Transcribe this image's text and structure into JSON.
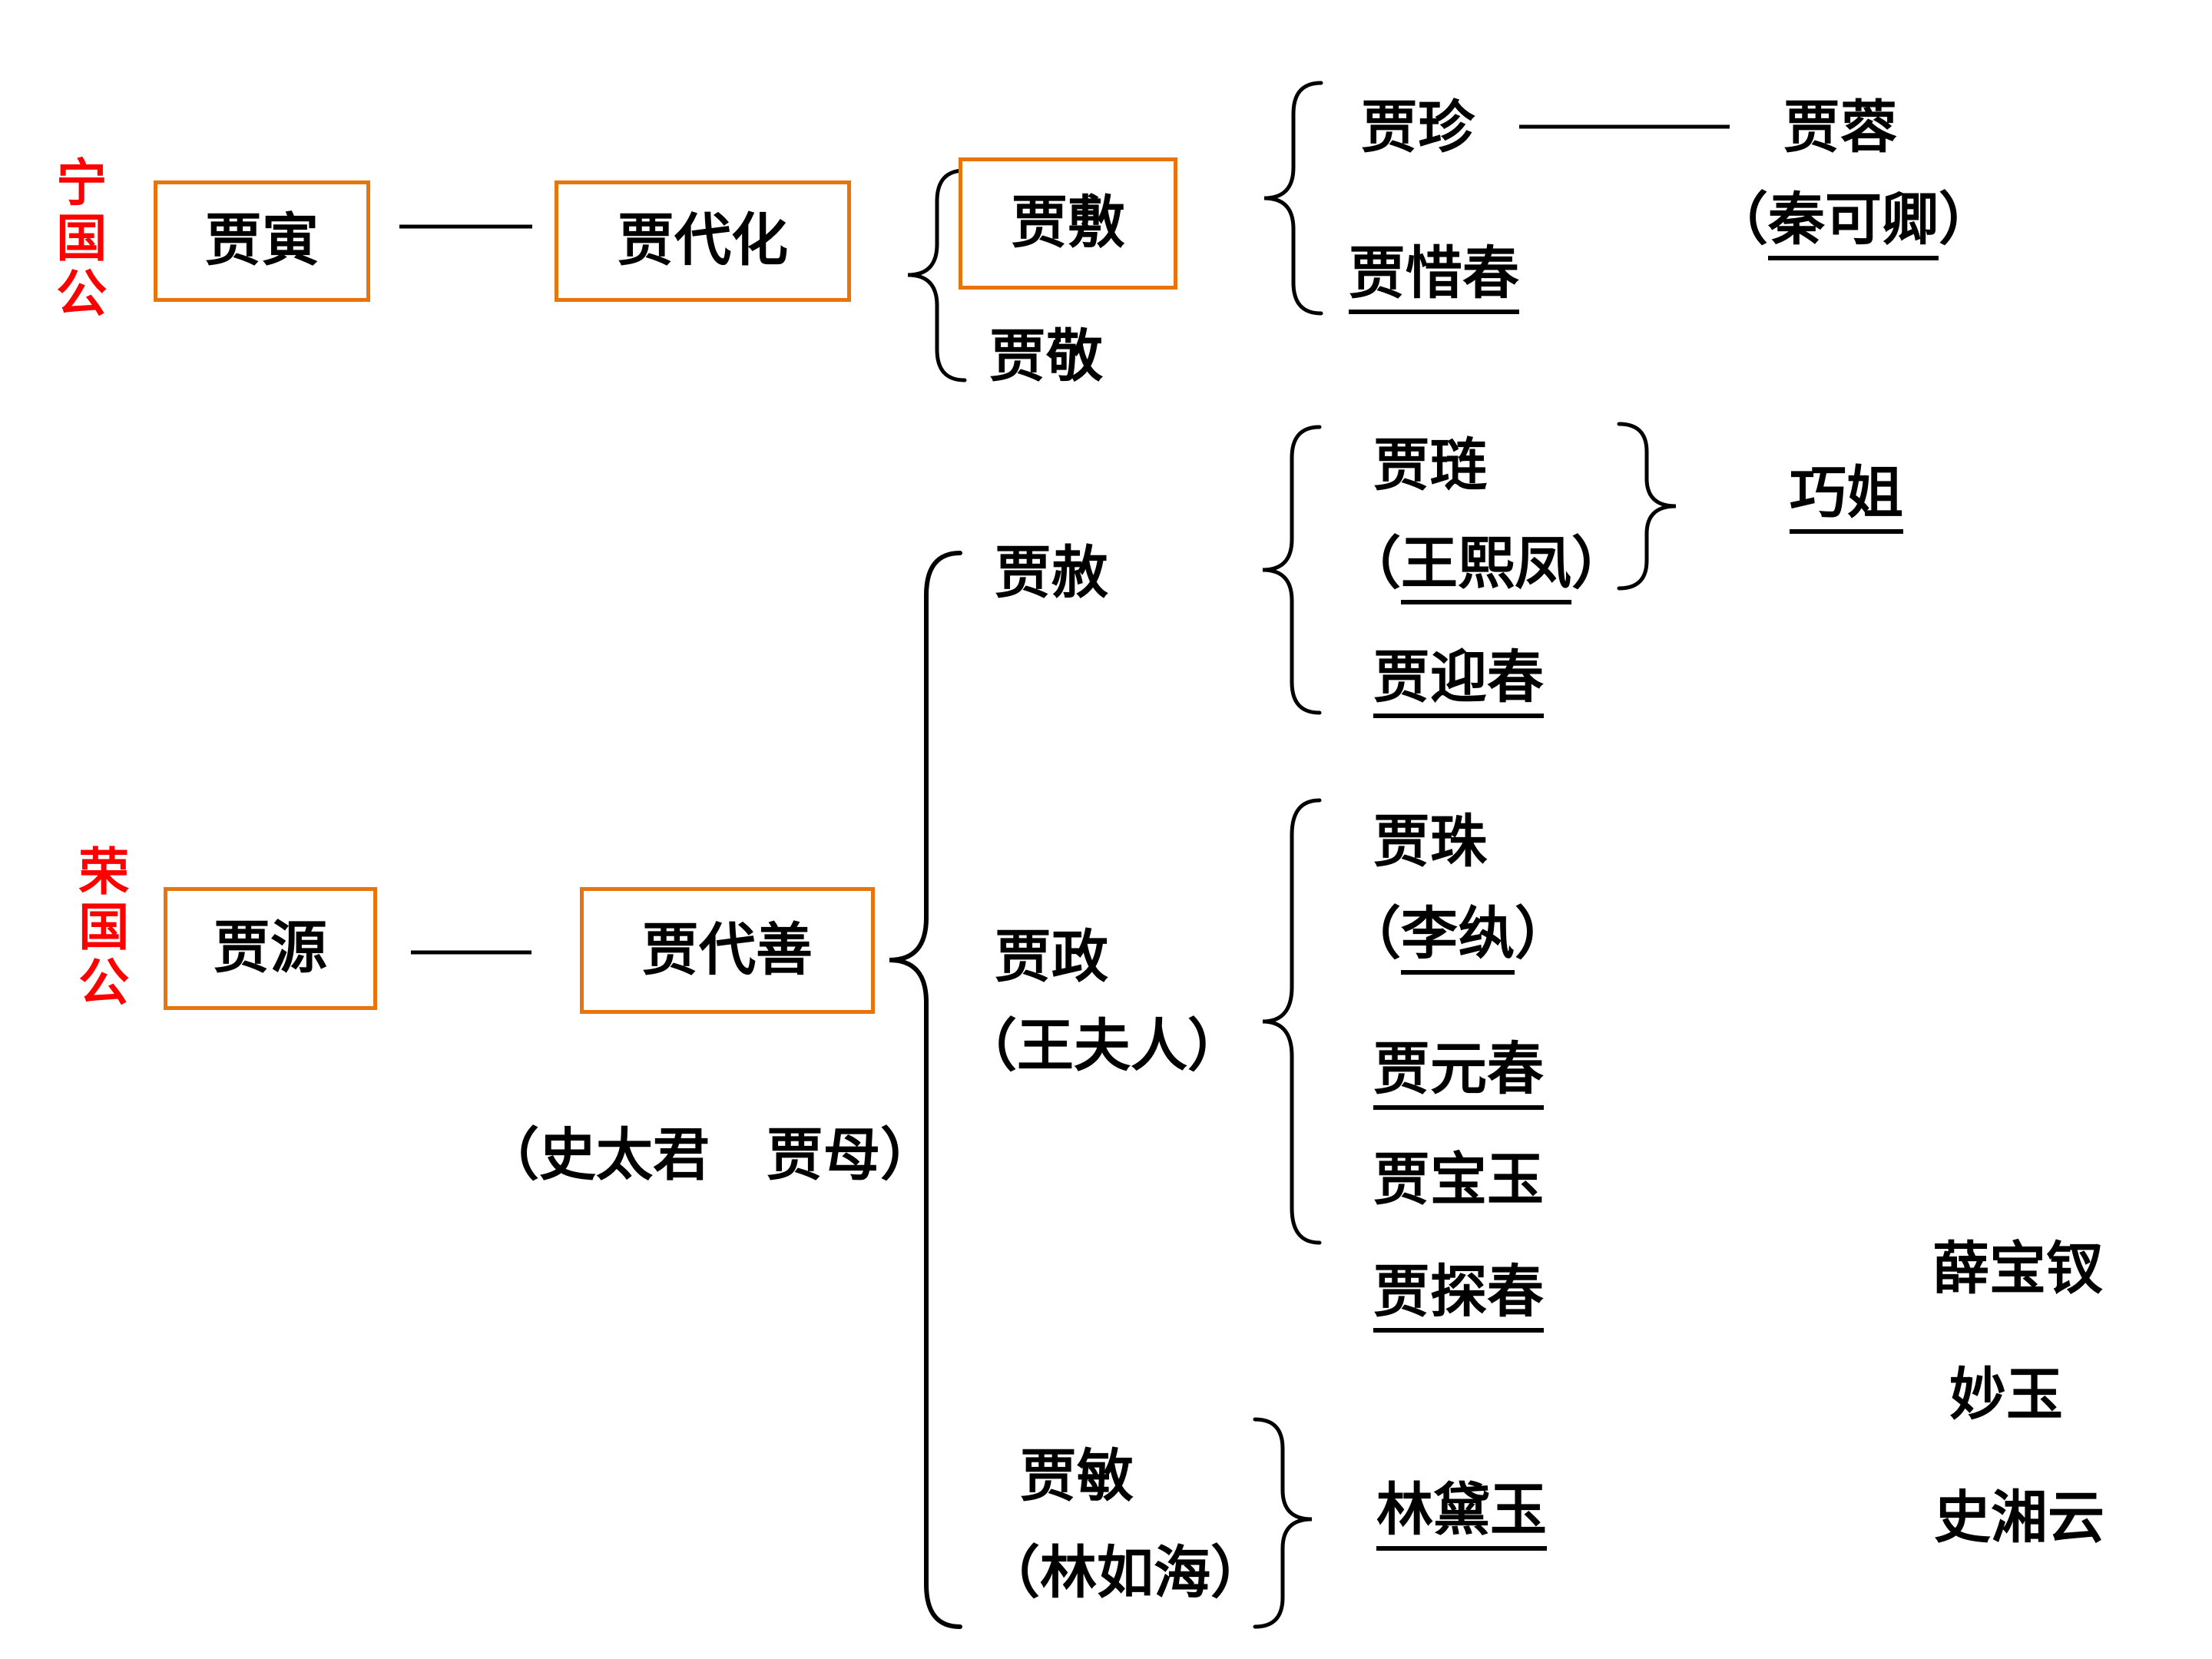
{
  "colors": {
    "label_red": "#FF0000",
    "box_orange": "#E8740E",
    "text_black": "#000000"
  },
  "punct": {
    "open": "（",
    "close": "）"
  },
  "ning": {
    "label": "宁国公",
    "founder": "贾寅",
    "gen2": "贾代化",
    "son1": "贾敷",
    "son2": "贾敬",
    "jiazhen": "贾珍",
    "jiarong": "贾蓉",
    "jiarong_wife": "秦可卿",
    "jiaxichun": "贾惜春"
  },
  "rong": {
    "label": "荣国公",
    "founder": "贾源",
    "gen2": "贾代善",
    "gen2_wife": "史太君　贾母",
    "jiashe": "贾赦",
    "jialian": "贾琏",
    "jialian_wife": "王熙凤",
    "qiaojie": "巧姐",
    "jiayingchun": "贾迎春",
    "jiazheng": "贾政",
    "jiazheng_wife": "王夫人",
    "jiazhu": "贾珠",
    "jiazhu_wife": "李纨",
    "jiayuanchun": "贾元春",
    "jiabaoyu": "贾宝玉",
    "jiatanchun": "贾探春",
    "jiamin": "贾敏",
    "jiamin_husband": "林如海",
    "lindaiyu": "林黛玉"
  },
  "others": [
    "薛宝钗",
    "妙玉",
    "史湘云"
  ]
}
